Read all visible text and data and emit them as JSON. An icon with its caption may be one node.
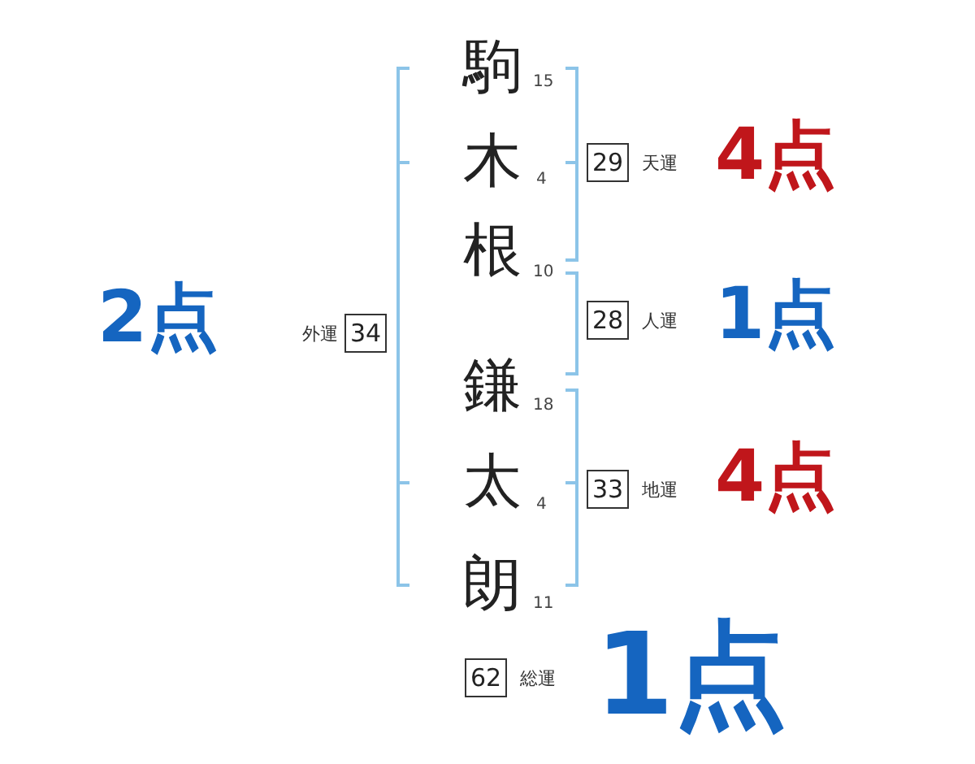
{
  "diagram": {
    "nodes": [
      {
        "text": [
          "29"
        ],
        "beside": [
          "天運",
          "4点"
        ]
      },
      {
        "text": [
          "34"
        ],
        "beside": [
          "外運",
          "2点"
        ]
      },
      {
        "text": [
          "28"
        ],
        "beside": [
          "人運",
          "1点"
        ]
      },
      {
        "text": [
          "33"
        ],
        "beside": [
          "地運",
          "4点"
        ]
      },
      {
        "text": [
          "62"
        ],
        "beside": [
          "総運",
          "1点"
        ]
      }
    ],
    "labels": [
      "駒",
      "15",
      "木",
      "4",
      "根",
      "10",
      "鎌",
      "18",
      "太",
      "4",
      "朗",
      "11"
    ]
  }
}
